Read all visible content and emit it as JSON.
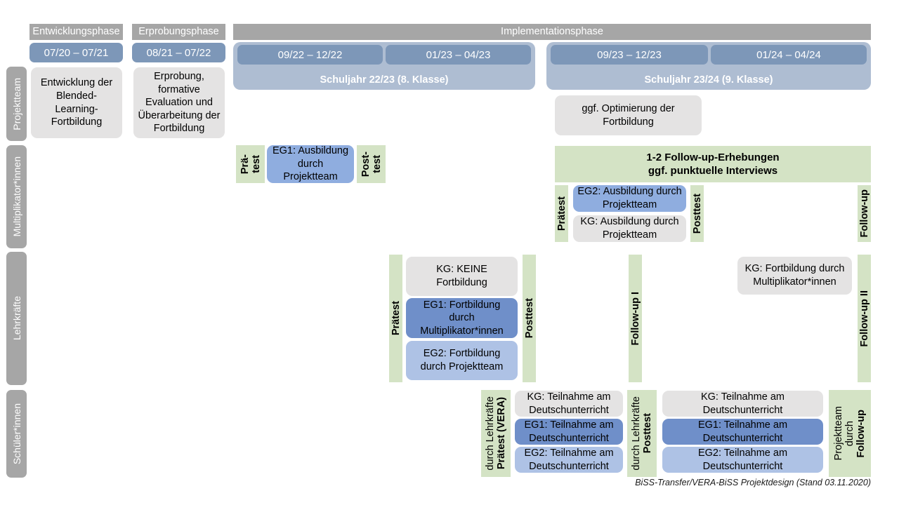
{
  "diagram": {
    "title": "BiSS-Transfer/VERA-BiSS Projektdesign",
    "footer": "BiSS-Transfer/VERA-BiSS Projektdesign (Stand 03.11.2020)"
  },
  "colors": {
    "banner_grey": "#a6a6a6",
    "date_blue": "#7d97b8",
    "schoolyear_blue": "#aebdd2",
    "box_grey": "#e4e3e3",
    "box_blue_dark": "#6f8fc9",
    "box_blue_light": "#aec2e5",
    "box_blue_med": "#8faddf",
    "test_green": "#d4e3c5",
    "text_white": "#ffffff",
    "text_black": "#000000"
  },
  "phases": [
    {
      "name": "Entwicklungsphase"
    },
    {
      "name": "Erprobungsphase"
    },
    {
      "name": "Implementationsphase"
    }
  ],
  "date_pills": [
    {
      "label": "07/20 – 07/21"
    },
    {
      "label": "08/21 – 07/22"
    },
    {
      "label": "09/22 – 12/22"
    },
    {
      "label": "01/23 – 04/23"
    },
    {
      "label": "09/23 – 12/23"
    },
    {
      "label": "01/24 – 04/24"
    }
  ],
  "school_years": [
    {
      "label": "Schuljahr 22/23 (8. Klasse)"
    },
    {
      "label": "Schuljahr 23/24 (9. Klasse)"
    }
  ],
  "rows": [
    {
      "label": "Projektteam"
    },
    {
      "label": "Multiplikator*innen"
    },
    {
      "label": "Lehrkräfte"
    },
    {
      "label": "Schüler*innen"
    }
  ],
  "projektteam": {
    "entwicklung": "Entwicklung der Blended-Learning-Fortbildung",
    "erprobung": "Erprobung, formative Evaluation und Überarbeitung der Fortbildung",
    "optimierung": "ggf. Optimierung der Fortbildung"
  },
  "multiplikatoren": {
    "praetest_1": "Prä-\ntest",
    "praetest_1_line1": "Prä-",
    "praetest_1_line2": "test",
    "eg1": "EG1: Ausbildung durch Projektteam",
    "posttest_1_line1": "Post-",
    "posttest_1_line2": "test",
    "followup_banner_line1": "1-2 Follow-up-Erhebungen",
    "followup_banner_line2": "ggf. punktuelle Interviews",
    "praetest_2": "Prätest",
    "eg2": "EG2: Ausbildung durch Projektteam",
    "kg": "KG: Ausbildung durch Projektteam",
    "posttest_2": "Posttest",
    "followup": "Follow-up"
  },
  "lehrkraefte": {
    "praetest": "Prätest",
    "kg_keine": "KG:  KEINE Fortbildung",
    "eg1": "EG1: Fortbildung durch Multiplikator*innen",
    "eg2": "EG2: Fortbildung durch Projektteam",
    "posttest": "Posttest",
    "followup_1": "Follow-up I",
    "kg_fortbildung": "KG: Fortbildung durch Multiplikator*innen",
    "followup_2": "Follow-up II"
  },
  "schueler": {
    "praetest_bold": "Prätest (VERA)",
    "praetest_sub": "durch Lehrkräfte",
    "block1": [
      {
        "label": "KG: Teilnahme am Deutschunterricht",
        "style": "grey"
      },
      {
        "label": "EG1: Teilnahme am Deutschunterricht",
        "style": "blue-d"
      },
      {
        "label": "EG2: Teilnahme am Deutschunterricht",
        "style": "blue-l"
      }
    ],
    "posttest_bold": "Posttest",
    "posttest_sub": "durch Lehrkräfte",
    "block2": [
      {
        "label": "KG: Teilnahme am Deutschunterricht",
        "style": "grey"
      },
      {
        "label": "EG1: Teilnahme am Deutschunterricht",
        "style": "blue-d"
      },
      {
        "label": "EG2: Teilnahme am Deutschunterricht",
        "style": "blue-l"
      }
    ],
    "followup_bold": "Follow-up",
    "followup_sub1": "durch",
    "followup_sub2": "Projektteam"
  }
}
